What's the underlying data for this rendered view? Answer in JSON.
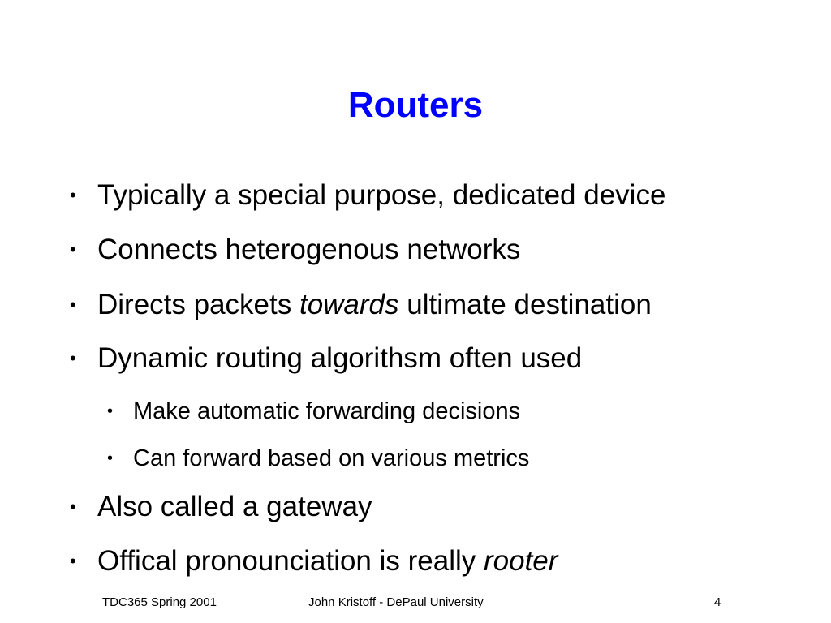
{
  "slide": {
    "title": "Routers",
    "title_color": "#0000ff",
    "bullet_glyph": "•",
    "bullets": [
      {
        "level": 1,
        "segments": [
          {
            "text": "Typically a special purpose, dedicated device"
          }
        ]
      },
      {
        "level": 1,
        "segments": [
          {
            "text": "Connects heterogenous networks"
          }
        ]
      },
      {
        "level": 1,
        "segments": [
          {
            "text": "Directs packets "
          },
          {
            "text": "towards",
            "italic": true
          },
          {
            "text": " ultimate destination"
          }
        ]
      },
      {
        "level": 1,
        "segments": [
          {
            "text": "Dynamic routing algorithsm often used"
          }
        ]
      },
      {
        "level": 2,
        "segments": [
          {
            "text": "Make automatic forwarding decisions"
          }
        ]
      },
      {
        "level": 2,
        "segments": [
          {
            "text": "Can forward based on various metrics"
          }
        ]
      },
      {
        "level": 1,
        "segments": [
          {
            "text": "Also called a gateway"
          }
        ]
      },
      {
        "level": 1,
        "segments": [
          {
            "text": "Offical pronounciation is really "
          },
          {
            "text": "rooter",
            "italic": true
          }
        ]
      }
    ],
    "footer": {
      "left": "TDC365 Spring 2001",
      "center": "John Kristoff - DePaul University",
      "right": "4"
    }
  }
}
